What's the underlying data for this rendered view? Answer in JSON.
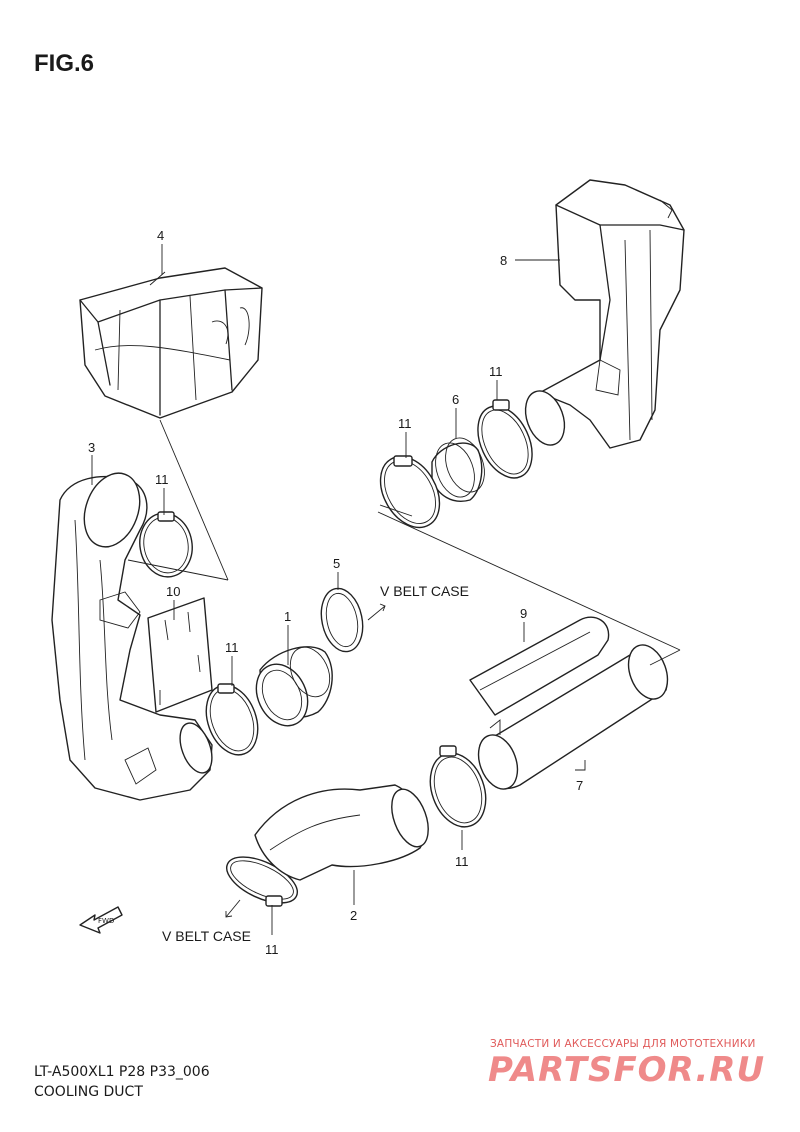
{
  "figure": {
    "title": "FIG.6",
    "model_code": "LT-A500XL1 P28 P33_006",
    "section_name": "COOLING DUCT"
  },
  "annotations": {
    "v_belt_case_upper": "V BELT CASE",
    "v_belt_case_lower": "V BELT CASE",
    "fwd_arrow": "FWD"
  },
  "callouts": [
    {
      "id": "c1",
      "label": "1"
    },
    {
      "id": "c2",
      "label": "2"
    },
    {
      "id": "c3",
      "label": "3"
    },
    {
      "id": "c4",
      "label": "4"
    },
    {
      "id": "c5",
      "label": "5"
    },
    {
      "id": "c6",
      "label": "6"
    },
    {
      "id": "c7",
      "label": "7"
    },
    {
      "id": "c8",
      "label": "8"
    },
    {
      "id": "c9",
      "label": "9"
    },
    {
      "id": "c10",
      "label": "10"
    },
    {
      "id": "c11a",
      "label": "11"
    },
    {
      "id": "c11b",
      "label": "11"
    },
    {
      "id": "c11c",
      "label": "11"
    },
    {
      "id": "c11d",
      "label": "11"
    },
    {
      "id": "c11e",
      "label": "11"
    },
    {
      "id": "c11f",
      "label": "11"
    }
  ],
  "watermark": {
    "tagline": "ЗАПЧАСТИ И АКСЕССУАРЫ ДЛЯ МОТОТЕХНИКИ",
    "logo": "PARTSFOR.RU"
  }
}
